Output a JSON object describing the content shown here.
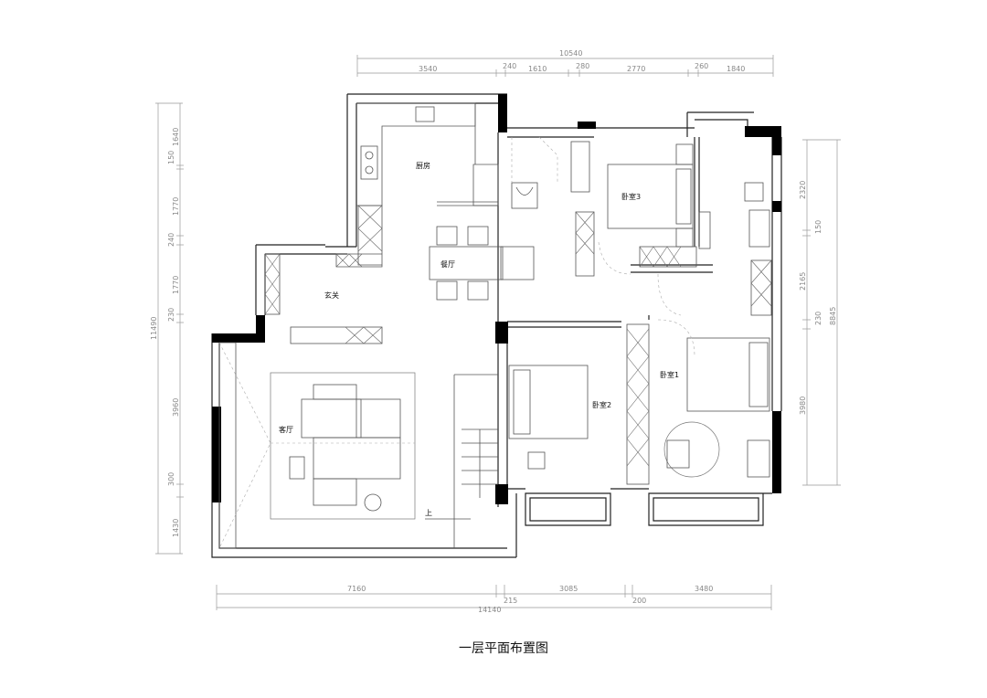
{
  "title": "一层平面布置图",
  "rooms": {
    "kitchen": "厨房",
    "dining": "餐厅",
    "foyer": "玄关",
    "living": "客厅",
    "bedroom3": "卧室3",
    "bedroom2": "卧室2",
    "bedroom1": "卧室1",
    "stairs_up": "上"
  },
  "dimensions": {
    "top_total": "10540",
    "top": [
      "3540",
      "240",
      "1610",
      "280",
      "2770",
      "260",
      "1840"
    ],
    "left_total": "11490",
    "left": [
      "1640",
      "150",
      "1770",
      "240",
      "1770",
      "230",
      "3960",
      "300",
      "1430"
    ],
    "right_total": "8845",
    "right": [
      "2320",
      "150",
      "2165",
      "230",
      "3980"
    ],
    "bottom_total": "14140",
    "bottom": [
      "7160",
      "215",
      "3085",
      "200",
      "3480"
    ]
  }
}
